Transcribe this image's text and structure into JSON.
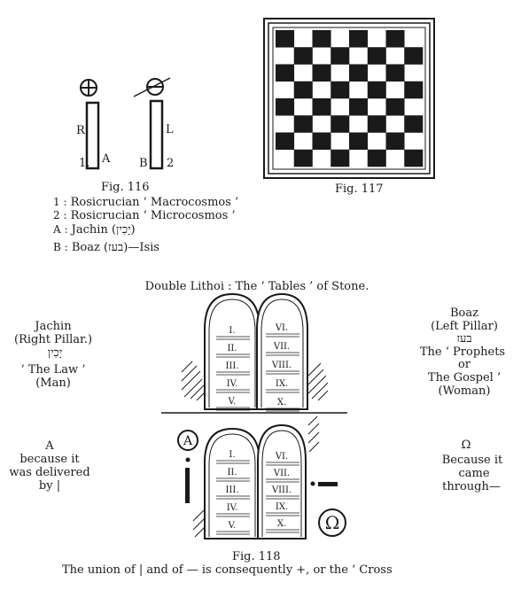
{
  "fig116": {
    "caption": "Fig. 116",
    "pillar_1": {
      "side_letter": "R",
      "number": "1.",
      "letter": "A"
    },
    "pillar_2": {
      "side_letter": "L",
      "number": "2",
      "letter": "B"
    },
    "legend": [
      {
        "key": "1 :",
        "text": "Rosicrucian ‘ Macrocosmos ’"
      },
      {
        "key": "2 :",
        "text": "Rosicrucian ‘ Microcosmos ’"
      },
      {
        "key": "A :",
        "text": "Jachin (יָכִין)"
      },
      {
        "key": "B :",
        "text": "Boaz (בעז)—Isis"
      }
    ]
  },
  "fig117": {
    "caption": "Fig. 117",
    "board": {
      "rows": 8,
      "cols": 8
    }
  },
  "heading": "Double Lithoi : The ‘ Tables ’ of Stone.",
  "left_upper": [
    "Jachin",
    "(Right Pillar.)",
    "יָכִין",
    "‘ The Law ’",
    "(Man)"
  ],
  "right_upper": [
    "Boaz",
    "(Left Pillar)",
    "בעז",
    "The ‘ Prophets",
    "or",
    "The Gospel ’",
    "(Woman)"
  ],
  "left_lower": [
    "A",
    "because it",
    "was delivered",
    "by |"
  ],
  "right_lower": [
    "Ω",
    "Because it",
    "came",
    "through—"
  ],
  "tablets": {
    "left_numerals": [
      "I.",
      "II.",
      "III.",
      "IV.",
      "V."
    ],
    "right_numerals": [
      "VI.",
      "VII.",
      "VIII.",
      "IX.",
      "X."
    ]
  },
  "symbols": {
    "alpha": "A",
    "omega": "Ω"
  },
  "fig118": {
    "caption": "Fig. 118"
  },
  "bottom_line": "The union of | and of — is consequently +, or the ‘ Cross"
}
